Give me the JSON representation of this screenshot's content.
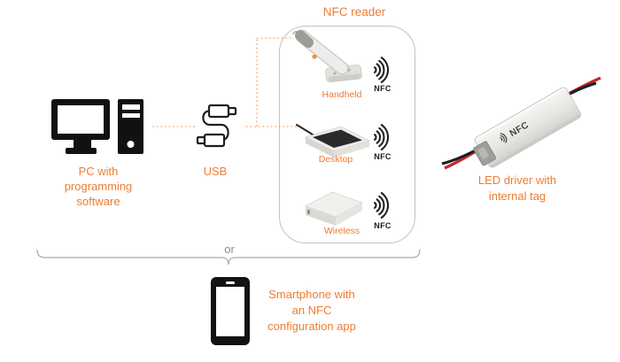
{
  "diagram": {
    "title": "NFC reader",
    "or_separator": "or"
  },
  "pc": {
    "label": "PC with\nprogramming\nsoftware"
  },
  "usb": {
    "label": "USB"
  },
  "nfc_readers": [
    {
      "label": "Handheld",
      "signal_label": "NFC"
    },
    {
      "label": "Desktop",
      "signal_label": "NFC"
    },
    {
      "label": "Wireless",
      "signal_label": "NFC"
    }
  ],
  "led_driver": {
    "label": "LED driver with\ninternal tag",
    "print_label": "NFC"
  },
  "smartphone": {
    "label": "Smartphone with\nan NFC\nconfiguration app"
  },
  "colors": {
    "accent_orange": "#ED7D31",
    "dashed_connector": "#F5B183",
    "bracket_gray": "#A9A9A9",
    "icon_black": "#1A1A1A",
    "wire_red": "#C3282E"
  }
}
